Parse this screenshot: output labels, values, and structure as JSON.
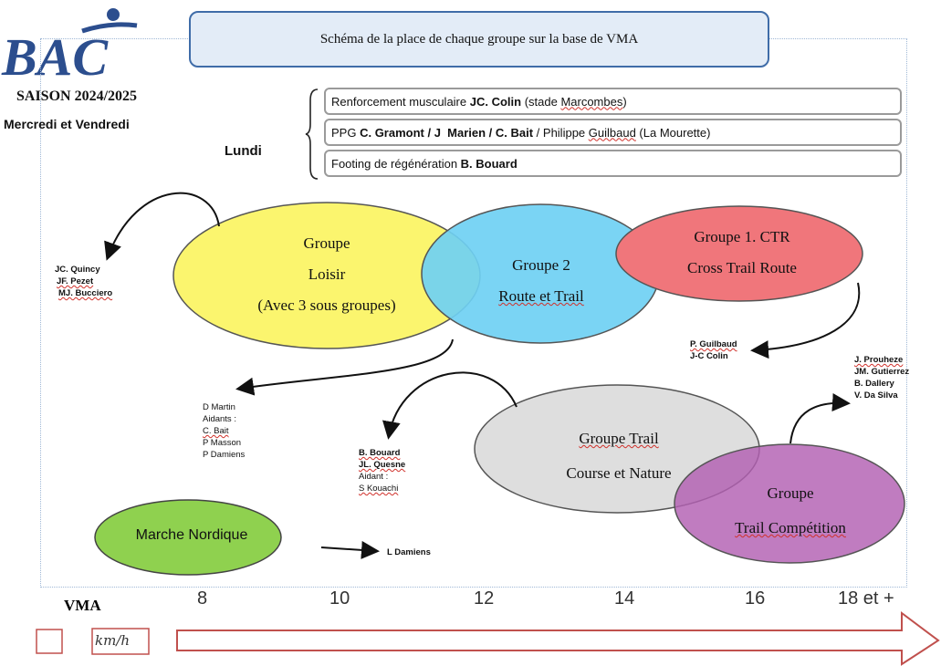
{
  "title": "Schéma de la place de chaque groupe sur la base de VMA",
  "logo": "BAC",
  "saison": "SAISON 2024/2025",
  "days": "Mercredi et Vendredi",
  "lundi": "Lundi",
  "schedule": [
    {
      "pre": "Renforcement musculaire ",
      "coach": "JC. Colin",
      "post": " (stade ",
      "ul": "Marcombes",
      "end": ")"
    },
    {
      "pre": "PPG ",
      "coach": "C. Gramont / J  Marien / C. Bait",
      "post": " / Philippe ",
      "ul": "Guilbaud",
      "end": " (La Mourette)"
    },
    {
      "pre": "Footing de régénération ",
      "coach": "B. Bouard",
      "post": "",
      "ul": "",
      "end": ""
    }
  ],
  "groups": {
    "loisir": {
      "l1": "Groupe",
      "l2": "Loisir",
      "l3": "(Avec 3 sous groupes)"
    },
    "g2": {
      "l1": "Groupe 2",
      "l2": "Route et Trail"
    },
    "ctr": {
      "l1": "Groupe 1. CTR",
      "l2": "Cross Trail Route"
    },
    "trail": {
      "l1": "Groupe Trail",
      "l2": "Course et Nature"
    },
    "comp": {
      "l1": "Groupe",
      "l2": "Trail Compétition"
    },
    "marche": {
      "l1": "Marche  Nordique"
    }
  },
  "coaches": {
    "loisir": [
      "JC. Quincy",
      "JF. Pezet",
      "MJ. Bucciero"
    ],
    "g2_main": "D Martin",
    "g2_aidants_label": "Aidants :",
    "g2_aidants": [
      "C. Bait",
      "P Masson",
      "P Damiens"
    ],
    "ctr": [
      "P. Guilbaud",
      "J-C Colin"
    ],
    "trail_main": [
      "B. Bouard",
      "JL. Quesne"
    ],
    "trail_aidant_label": "Aidant :",
    "trail_aidant": "S Kouachi",
    "comp": [
      "J. Prouheze",
      "JM. Gutierrez",
      "B. Dallery",
      "V. Da Silva"
    ],
    "marche": "L Damiens"
  },
  "axis": {
    "label": "VMA",
    "unit": "km/h",
    "ticks": [
      "8",
      "10",
      "12",
      "14",
      "16",
      "18 et +"
    ]
  },
  "colors": {
    "loisir": "#fbf56e",
    "g2": "#6fd0f3",
    "ctr": "#f0767b",
    "trail": "#dedede",
    "comp": "#c07ac0",
    "marche": "#8fd14f",
    "arrow": "#c0504d",
    "logo": "#2c4e8e"
  }
}
